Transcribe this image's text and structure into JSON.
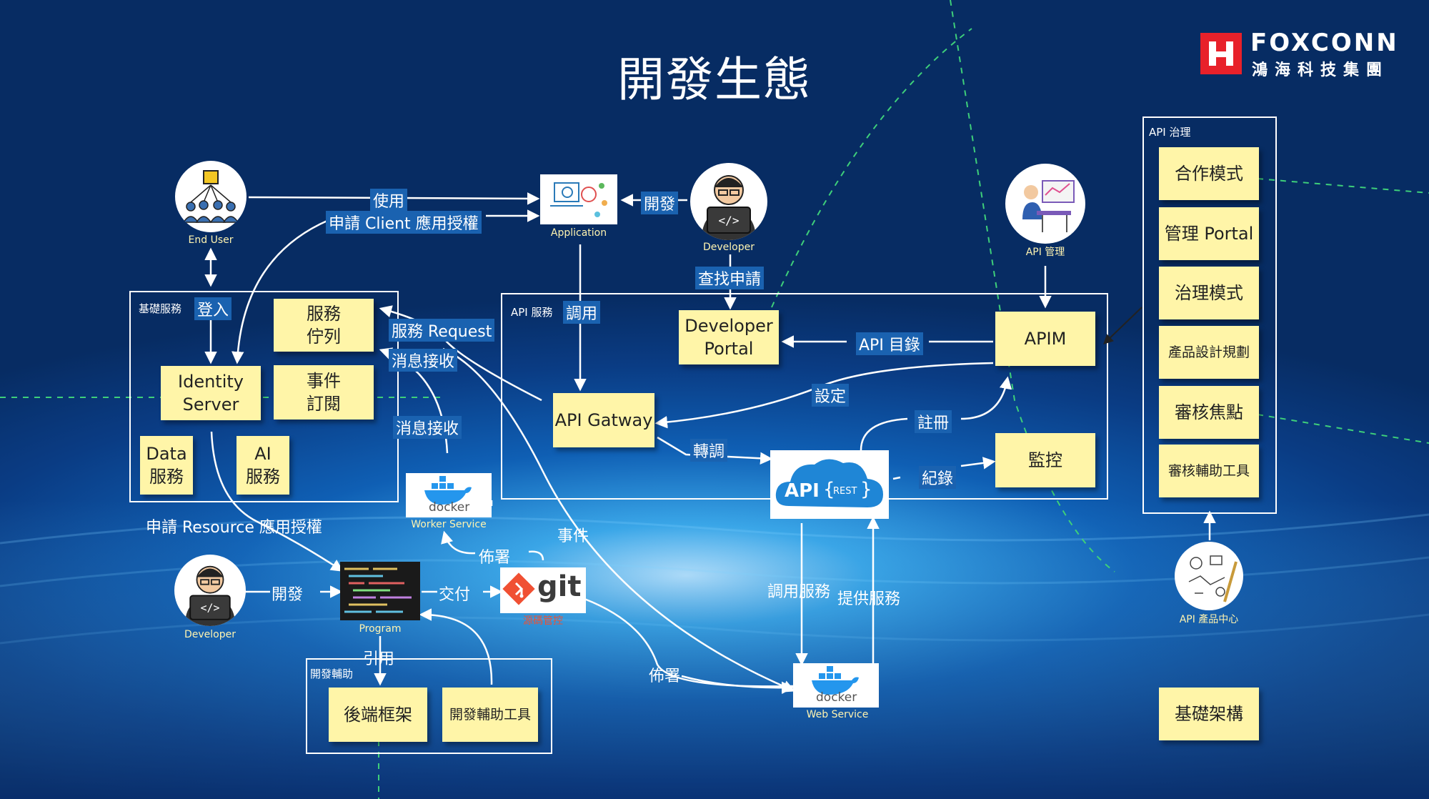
{
  "title": "開發生態",
  "logo": {
    "brand": "FOXCONN",
    "chinese": "鴻海科技集團"
  },
  "actors": {
    "end_user": "End User",
    "application": "Application",
    "developer_top": "Developer",
    "api_manage": "API 管理",
    "developer_bottom": "Developer",
    "program": "Program",
    "worker_service": "Worker Service",
    "web_service": "Web Service",
    "git": "git",
    "git_caption": "源碼管控",
    "api_center": "API 產品中心",
    "docker_text": "docker",
    "api_rest": "API",
    "rest": "REST"
  },
  "groups": {
    "basic": "基礎服務",
    "api_service": "API 服務",
    "dev_aid": "開發輔助",
    "governance": "API 治理"
  },
  "notes": {
    "identity": "Identity\nServer",
    "queue": "服務\n佇列",
    "event_sub": "事件\n訂閱",
    "data": "Data\n服務",
    "ai": "AI\n服務",
    "dev_portal": "Developer\nPortal",
    "api_gateway": "API Gatway",
    "apim": "APIM",
    "monitor": "監控",
    "backend": "後端框架",
    "dev_tools": "開發輔助工具",
    "infra": "基礎架構"
  },
  "governance_items": [
    "合作模式",
    "管理 Portal",
    "治理模式",
    "產品設計規劃",
    "審核焦點",
    "審核輔助工具"
  ],
  "edge_labels": {
    "use": "使用",
    "apply_client": "申請 Client 應用授權",
    "develop_top": "開發",
    "find_apply": "查找申請",
    "login": "登入",
    "invoke": "調用",
    "service_request": "服務 Request",
    "msg_receive1": "消息接收",
    "msg_receive2": "消息接收",
    "api_catalog": "API 目錄",
    "setting": "設定",
    "register": "註冊",
    "forward": "轉調",
    "record": "紀錄",
    "apply_resource": "申請 Resource 應用授權",
    "event": "事件",
    "deploy1": "佈署",
    "develop_bottom": "開發",
    "deliver": "交付",
    "cite": "引用",
    "deploy2": "佈署",
    "call_service": "調用服務",
    "provide_service": "提供服務"
  },
  "colors": {
    "note": "#fff5a8",
    "background": "#0f5fb4",
    "accent_red": "#e8212a",
    "git_red": "#f05033"
  }
}
